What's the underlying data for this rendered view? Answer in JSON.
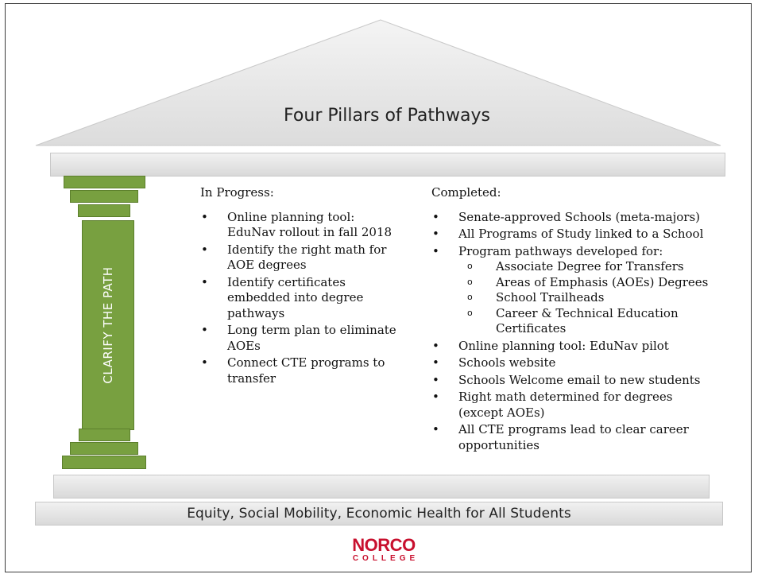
{
  "title": "Four Pillars of Pathways",
  "pillar_label": "CLARIFY THE PATH",
  "in_progress": {
    "heading": "In Progress:",
    "items": [
      "Online planning tool: EduNav rollout in fall 2018",
      "Identify the right math for AOE degrees",
      "Identify certificates embedded into degree pathways",
      "Long term plan to eliminate AOEs",
      "Connect CTE programs to transfer"
    ]
  },
  "completed": {
    "heading": "Completed:",
    "items": [
      "Senate-approved Schools (meta-majors)",
      "All Programs of Study linked to a School",
      "Program pathways developed for:",
      "Online planning tool: EduNav pilot",
      "Schools website",
      "Schools Welcome email to new students",
      "Right math determined for degrees (except AOEs)",
      "All CTE programs lead to clear career opportunities"
    ],
    "sub_items": [
      "Associate Degree for Transfers",
      "Areas of Emphasis (AOEs) Degrees",
      "School Trailheads",
      "Career & Technical Education Certificates"
    ]
  },
  "base_text": "Equity, Social Mobility, Economic Health for All Students",
  "logo": {
    "name": "NORCO",
    "sub": "COLLEGE"
  },
  "colors": {
    "pillar": "#78a040",
    "logo": "#c8102e"
  }
}
